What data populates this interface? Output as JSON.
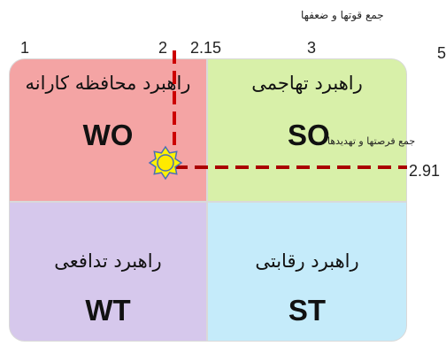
{
  "header": {
    "ef_caption": "جمع قوتها و ضعفها"
  },
  "ticks": [
    "1",
    "2",
    "2.15",
    "3",
    "5"
  ],
  "quadrants": {
    "wo": {
      "title": "راهبرد محافظه کارانه",
      "code": "WO",
      "color": "#f4a4a4"
    },
    "so": {
      "title": "راهبرد تهاجمی",
      "code": "SO",
      "color": "#d8f0a9"
    },
    "wt": {
      "title": "راهبرد تدافعی",
      "code": "WT",
      "color": "#d6c8ec"
    },
    "st": {
      "title": "راهبرد رقابتی",
      "code": "ST",
      "color": "#c5ebfa"
    }
  },
  "ie_caption": "جمع فرصتها و تهدیدها",
  "position_marker": {
    "x_label": "2.15",
    "y_label": "2.91",
    "icon": "sun-icon",
    "line_color": "#cc0000"
  }
}
